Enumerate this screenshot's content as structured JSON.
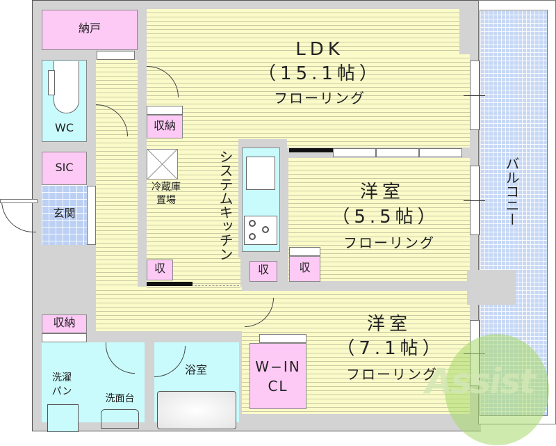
{
  "floorplan": {
    "rooms": {
      "ldk": {
        "name": "LDK",
        "size": "（15.1帖）",
        "floor": "フローリング"
      },
      "western1": {
        "name": "洋室",
        "size": "（5.5帖）",
        "floor": "フローリング"
      },
      "western2": {
        "name": "洋室",
        "size": "（7.1帖）",
        "floor": "フローリング"
      },
      "nando": {
        "name": "納戸"
      },
      "wc": {
        "name": "WC"
      },
      "sic": {
        "name": "SIC"
      },
      "genkan": {
        "name": "玄関"
      },
      "kitchen": {
        "name": "システムキッチン"
      },
      "fridge": {
        "line1": "冷蔵庫",
        "line2": "置場"
      },
      "storage_top": {
        "name": "収納"
      },
      "storage_left": {
        "name": "収納"
      },
      "shu1": {
        "name": "収"
      },
      "shu2": {
        "name": "収"
      },
      "shu3": {
        "name": "収"
      },
      "wic": {
        "line1": "W−IN",
        "line2": "CL"
      },
      "bath": {
        "name": "浴室"
      },
      "laundry": {
        "line1": "洗濯",
        "line2": "パン"
      },
      "washbasin": {
        "name": "洗面台"
      },
      "balcony": {
        "name": "バルコニー"
      }
    },
    "watermark": {
      "text": "Assist"
    },
    "colors": {
      "floor": "#fafbc8",
      "storage": "#fdc9f5",
      "wet": "#c9fbfd",
      "wall": "#d3d3d3",
      "tile": "#c6d8f5",
      "watermark": "#a7d96a"
    }
  }
}
